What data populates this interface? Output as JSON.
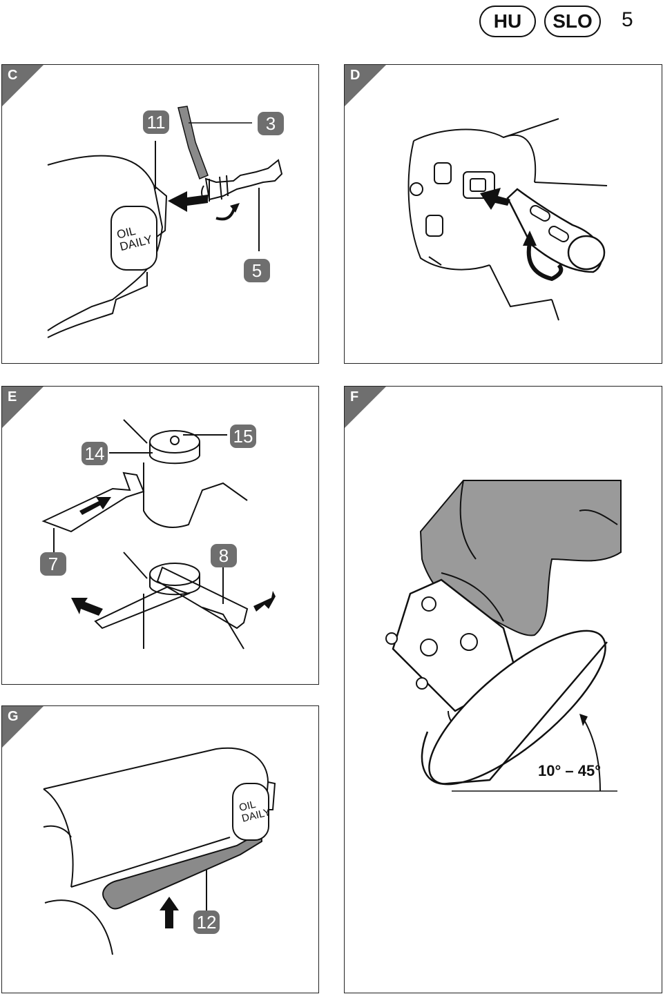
{
  "header": {
    "language_badges": [
      "HU",
      "SLO"
    ],
    "page_number": "5"
  },
  "panels": {
    "C": {
      "letter": "C",
      "callouts": [
        "11",
        "3",
        "5"
      ],
      "label_line1": "OIL",
      "label_line2": "DAILY"
    },
    "D": {
      "letter": "D"
    },
    "E": {
      "letter": "E",
      "callouts": [
        "14",
        "15",
        "7",
        "8"
      ]
    },
    "F": {
      "letter": "F",
      "angle_range": "10° – 45°"
    },
    "G": {
      "letter": "G",
      "callouts": [
        "12"
      ],
      "label_line1": "OIL",
      "label_line2": "DAILY"
    }
  }
}
